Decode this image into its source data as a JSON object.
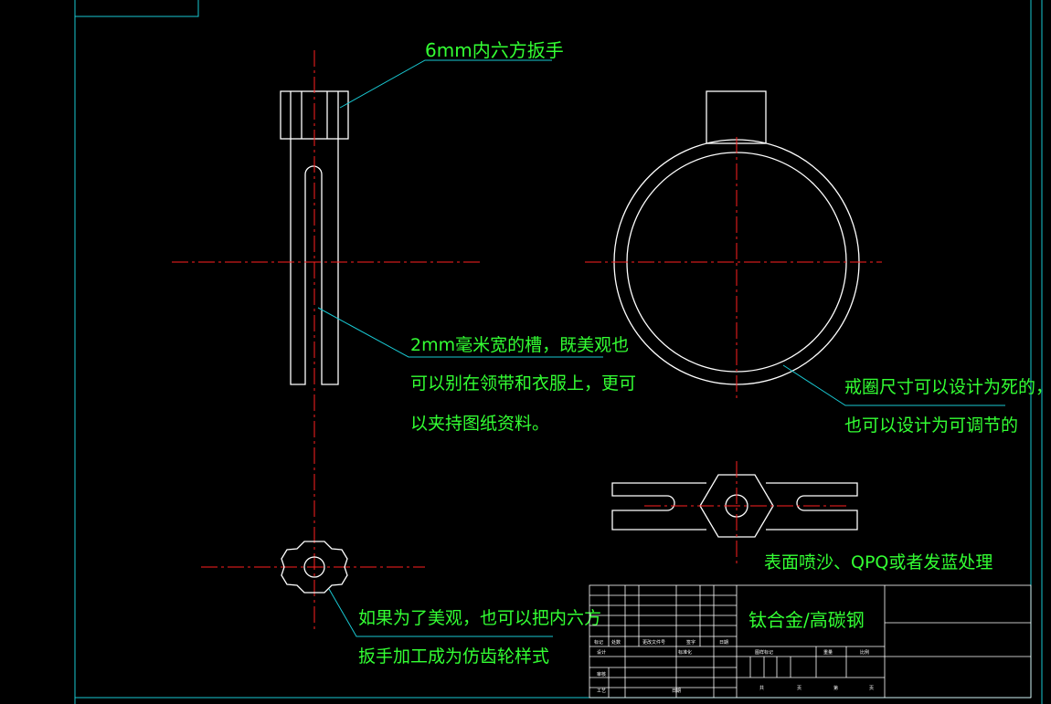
{
  "notes": {
    "wrench": "6mm内六方扳手",
    "slot_line1": "2mm毫米宽的槽，既美观也",
    "slot_line2": "可以别在领带和衣服上，更可",
    "slot_line3": "以夹持图纸资料。",
    "ring_line1": "戒圈尺寸可以设计为死的，",
    "ring_line2": "也可以设计为可调节的",
    "surface": "表面喷沙、QPQ或者发蓝处理",
    "gear_line1": "如果为了美观，也可以把内六方",
    "gear_line2": "扳手加工成为仿齿轮样式"
  },
  "title_block": {
    "material": "钛合金/高碳钢",
    "row_labels": [
      "标记",
      "处数",
      "更改文件号",
      "签字",
      "日期"
    ],
    "design": "设计",
    "standardize": "标准化",
    "stage_mark": "图样标记",
    "weight": "重量",
    "scale": "比例",
    "review": "审核",
    "process": "工艺",
    "date": "日期",
    "total": "共",
    "page_unit": "页",
    "sheet": "第"
  },
  "colors": {
    "background": "#000000",
    "outline": "#ffffff",
    "centerline": "#ff2020",
    "leader": "#19c8d2",
    "annotation": "#33ff33"
  }
}
